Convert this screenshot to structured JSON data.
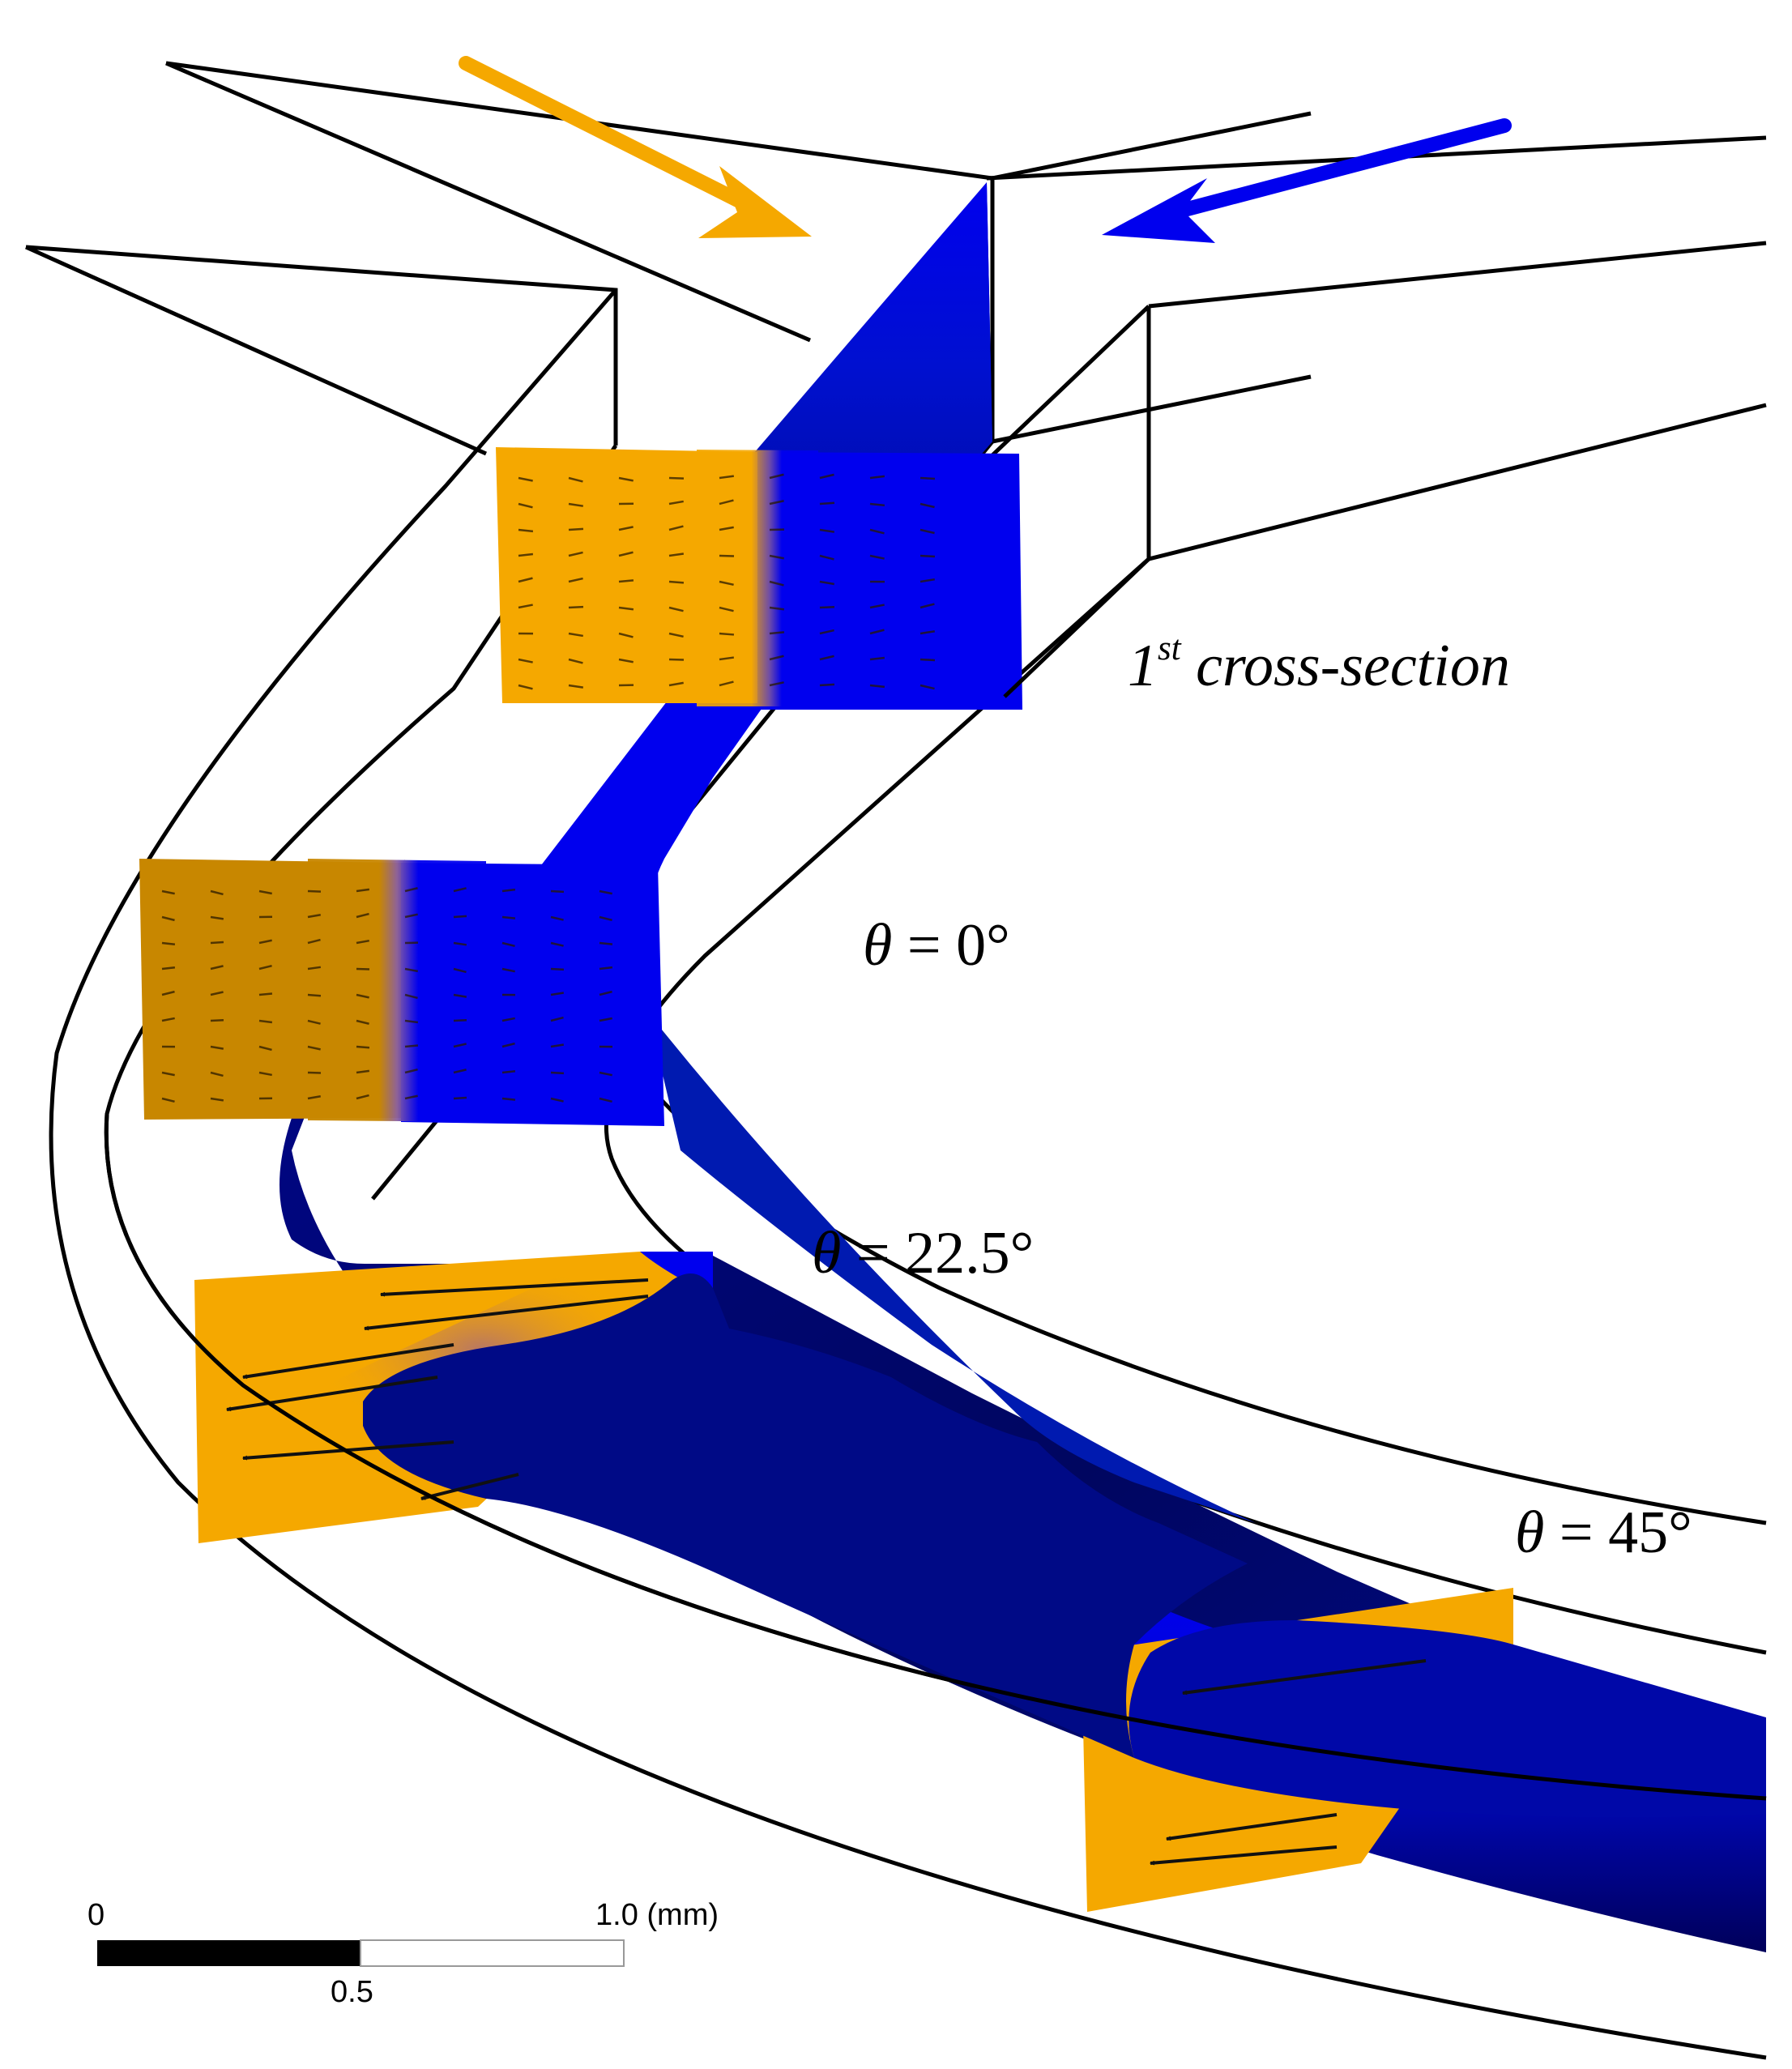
{
  "labels": {
    "cross_section": {
      "prefix": "1",
      "sup": "st",
      "rest": " cross-section"
    },
    "theta0": {
      "sym": "θ",
      "rest": " = 0°"
    },
    "theta22": {
      "sym": "θ",
      "rest": " = 22.5°"
    },
    "theta45": {
      "sym": "θ",
      "rest": " = 45°"
    }
  },
  "scale_bar": {
    "label_start": "0",
    "label_mid": "0.5",
    "label_end": "1.0 (mm)"
  },
  "colors": {
    "fluid_a": "#F5A800",
    "fluid_b": "#0000EE",
    "fluid_b_dark": "#00005A",
    "outline": "#000000"
  }
}
